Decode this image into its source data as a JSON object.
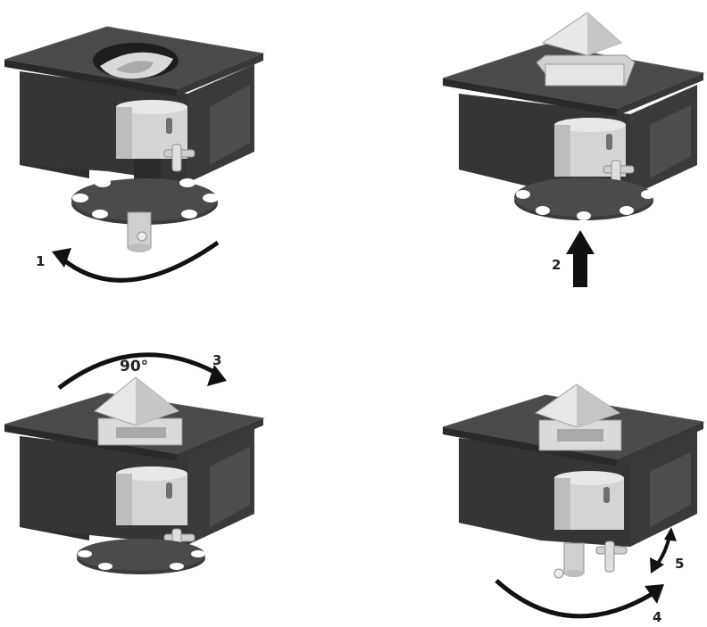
{
  "steps": [
    {
      "id": "step-1",
      "number": "1",
      "action": "rotate",
      "illustration": "rotation-arrow"
    },
    {
      "id": "step-2",
      "number": "2",
      "action": "push-up",
      "illustration": "up-arrow"
    },
    {
      "id": "step-3",
      "number": "3",
      "action": "rotate",
      "angle_label": "90°",
      "illustration": "rotation-arrow"
    },
    {
      "id": "step-4",
      "number": "4",
      "action": "rotate",
      "illustration": "rotation-arrow"
    },
    {
      "id": "step-5",
      "number": "5",
      "action": "lever",
      "illustration": "curved-arrow"
    }
  ],
  "colors": {
    "plate_top": "#4a4a4a",
    "plate_side": "#2e2e2e",
    "plate_edge": "#5c5c5c",
    "metal_light": "#e2e2e2",
    "metal_mid": "#bfbfbf",
    "metal_dark": "#8d8d8d",
    "star_wheel": "#3a3a3a",
    "arrow": "#111111",
    "label": "#222222"
  }
}
